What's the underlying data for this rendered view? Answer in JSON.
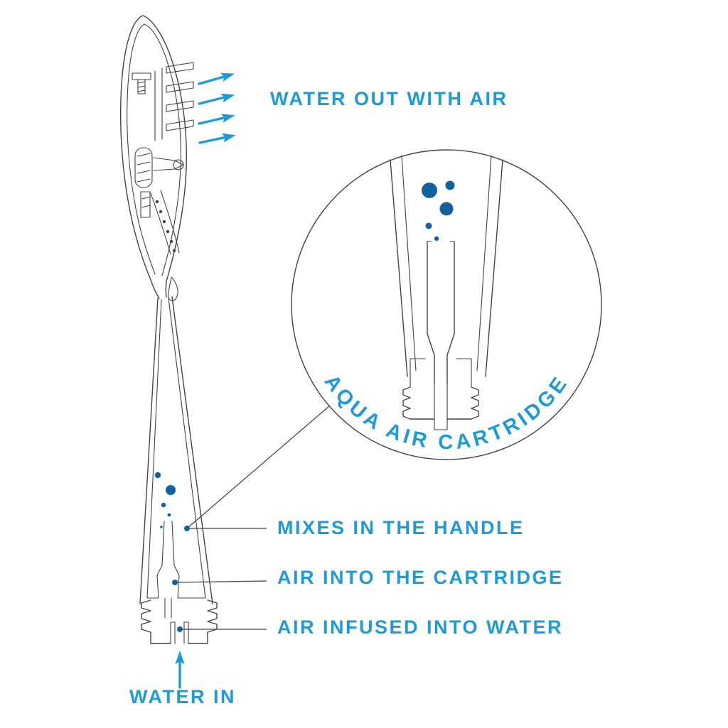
{
  "colors": {
    "accent": "#1E9BD7",
    "line": "#3E4449",
    "bubble": "#15619F"
  },
  "callouts": {
    "water_out": "WATER OUT WITH AIR",
    "aqua_air_cartridge": "AQUA AIR CARTRIDGE",
    "mixes_in_handle": "MIXES IN THE HANDLE",
    "air_into_cartridge": "AIR INTO THE CARTRIDGE",
    "air_infused_into_water": "AIR INFUSED INTO WATER",
    "water_in": "WATER IN"
  }
}
